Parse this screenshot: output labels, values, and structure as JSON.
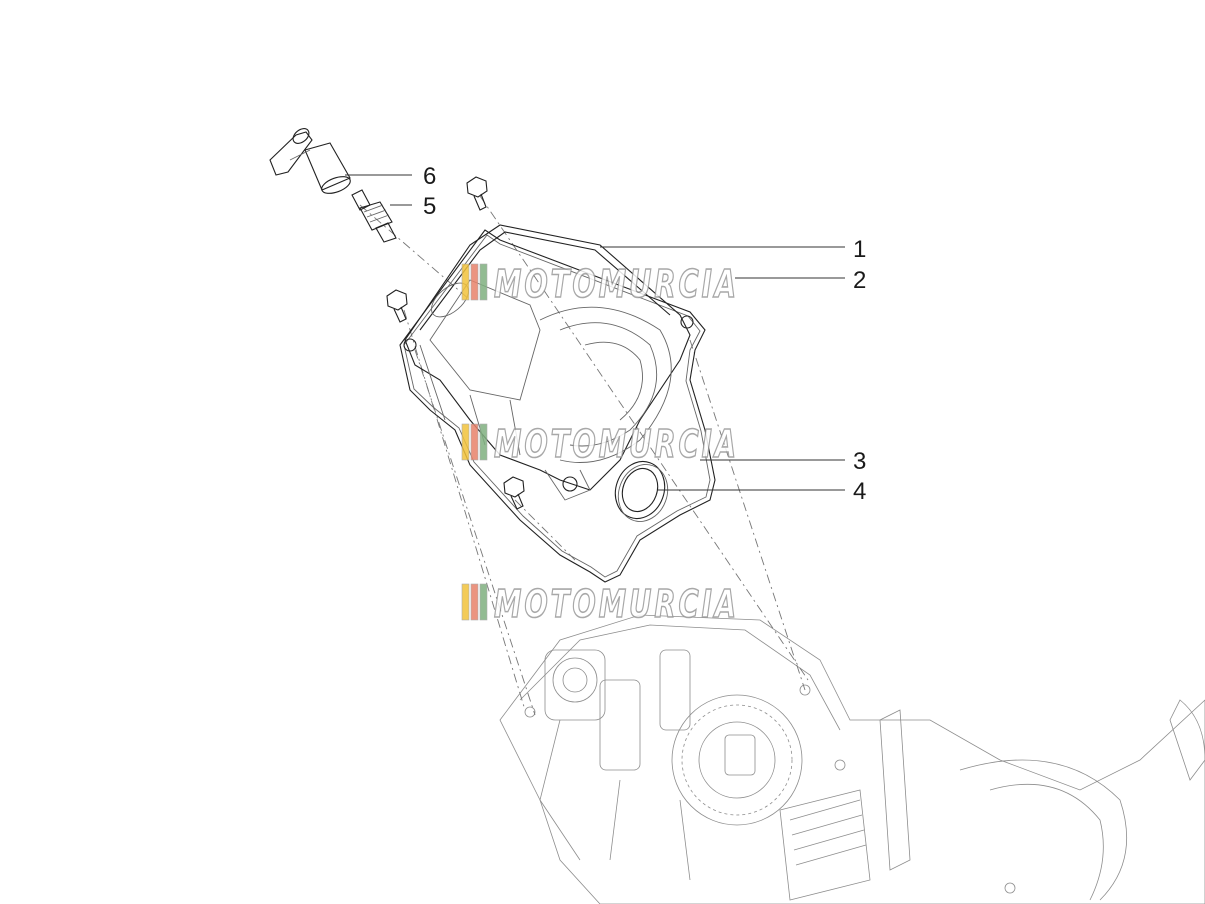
{
  "callouts": [
    {
      "number": "1",
      "part": "valve-cover"
    },
    {
      "number": "2",
      "part": "cover-gasket"
    },
    {
      "number": "3",
      "part": "seal-ring"
    },
    {
      "number": "4",
      "part": "oil-seal"
    },
    {
      "number": "5",
      "part": "spark-plug"
    },
    {
      "number": "6",
      "part": "spark-plug-cap"
    }
  ],
  "watermark": {
    "text": "MOTOMURCIA",
    "stripe_colors": [
      "#f2c23c",
      "#e8826a",
      "#7fb07f"
    ]
  },
  "colors": {
    "line": "#222222",
    "ghost_line": "#8d8d8d",
    "callout_text": "#1a1a1a"
  }
}
